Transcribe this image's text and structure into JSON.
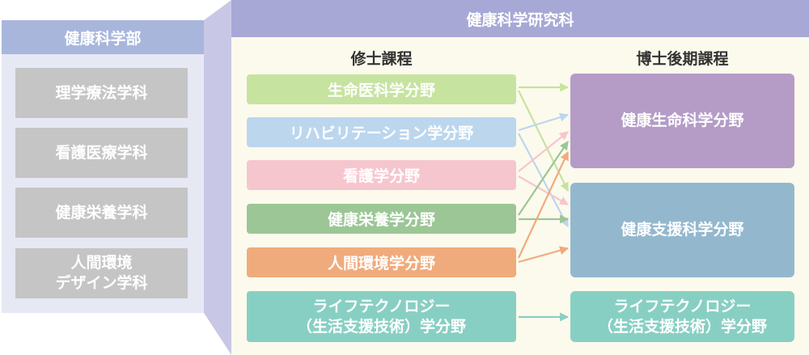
{
  "faculty": {
    "title": "健康科学部",
    "departments": [
      {
        "label": "理学療法学科"
      },
      {
        "label": "看護医療学科"
      },
      {
        "label": "健康栄養学科"
      },
      {
        "label": "人間環境\nデザイン学科"
      }
    ]
  },
  "graduate": {
    "title": "健康科学研究科",
    "master_heading": "修士課程",
    "doctor_heading": "博士後期課程",
    "master_fields": [
      {
        "label": "生命医科学分野",
        "color": "#c6e3a0"
      },
      {
        "label": "リハビリテーション学分野",
        "color": "#bcd6ee"
      },
      {
        "label": "看護学分野",
        "color": "#f6c6cf"
      },
      {
        "label": "健康栄養学分野",
        "color": "#9cc696"
      },
      {
        "label": "人間環境学分野",
        "color": "#f0ab7c"
      },
      {
        "label": "ライフテクノロジー\n（生活支援技術）学分野",
        "color": "#88cfc3"
      }
    ],
    "doctor_fields": [
      {
        "label": "健康生命科学分野",
        "color": "#b49cc7"
      },
      {
        "label": "健康支援科学分野",
        "color": "#93b8ce"
      },
      {
        "label": "ライフテクノロジー\n（生活支援技術）学分野",
        "color": "#88cfc3"
      }
    ]
  },
  "colors": {
    "faculty_header": "#a8b6dc",
    "faculty_panel": "#e6e8f4",
    "department_box": "#c5c5c5",
    "graduate_header": "#a8a8d6",
    "graduate_panel": "#fcfaec",
    "connector": "#c8c8e6"
  }
}
